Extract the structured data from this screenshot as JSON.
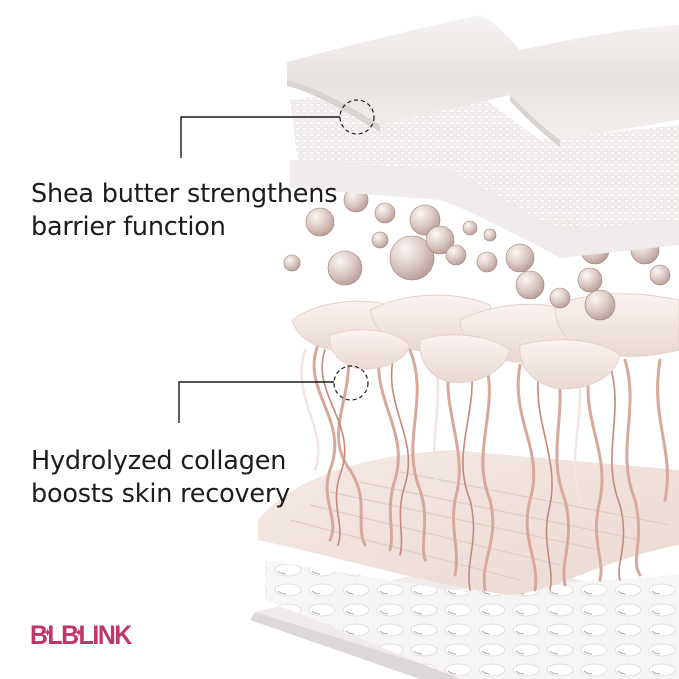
{
  "callouts": [
    {
      "id": "shea-butter",
      "lines": [
        "Shea butter strengthens",
        "barrier function"
      ],
      "target": "upper barrier layer"
    },
    {
      "id": "hydrolyzed-collagen",
      "lines": [
        "Hydrolyzed collagen",
        "boosts skin recovery"
      ],
      "target": "collagen fibers"
    }
  ],
  "brand": {
    "name": "BLBLINK",
    "part1": "B",
    "part2": "L",
    "part3": "B",
    "part4": "LINK",
    "color": "#c0356a"
  },
  "illustration": {
    "subject": "layered skin cross-section with barrier sheet, bubbles, and collagen fibers",
    "palette": {
      "sheet": "#ebe6e4",
      "bubble": "#d9c5c0",
      "fiber": "#c9917f",
      "base": "#f1e3de"
    }
  }
}
